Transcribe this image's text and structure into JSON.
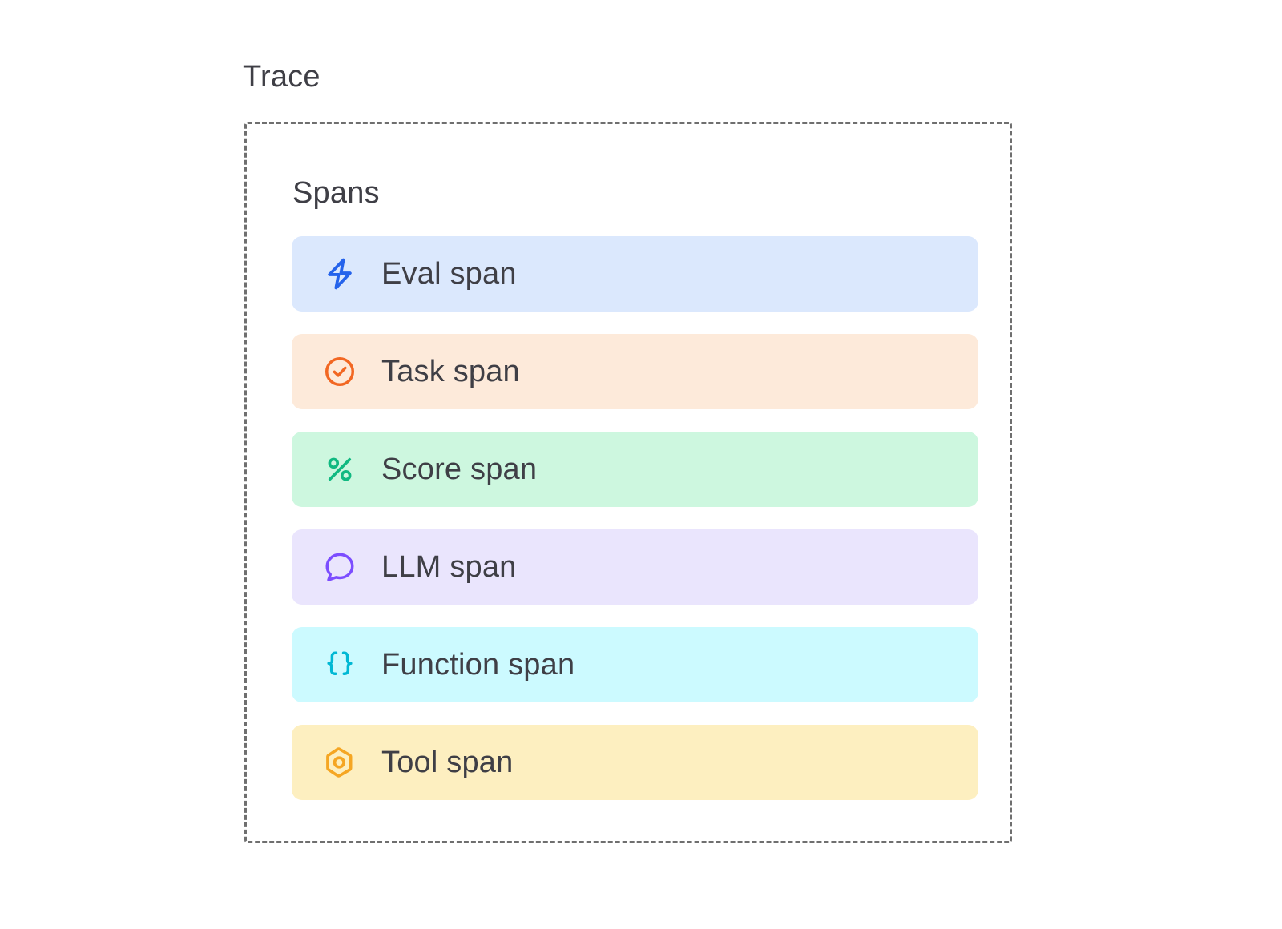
{
  "diagram": {
    "trace_label": "Trace",
    "spans_label": "Spans",
    "container": {
      "border_color": "#6f6f6f",
      "border_style": "dashed"
    },
    "text_color": "#3f3f46",
    "spans": [
      {
        "label": "Eval span",
        "icon": "lightning-bolt-icon",
        "icon_color": "#2563eb",
        "background": "#dbe8fd"
      },
      {
        "label": "Task span",
        "icon": "circle-check-icon",
        "icon_color": "#f26722",
        "background": "#fdeada"
      },
      {
        "label": "Score span",
        "icon": "percent-icon",
        "icon_color": "#10b981",
        "background": "#cdf7df"
      },
      {
        "label": "LLM span",
        "icon": "speech-bubble-icon",
        "icon_color": "#7c4dff",
        "background": "#eae5fd"
      },
      {
        "label": "Function span",
        "icon": "curly-braces-icon",
        "icon_color": "#00b8d4",
        "background": "#ccfaff"
      },
      {
        "label": "Tool span",
        "icon": "hexagon-circle-icon",
        "icon_color": "#f5a623",
        "background": "#fdefc0"
      }
    ]
  }
}
